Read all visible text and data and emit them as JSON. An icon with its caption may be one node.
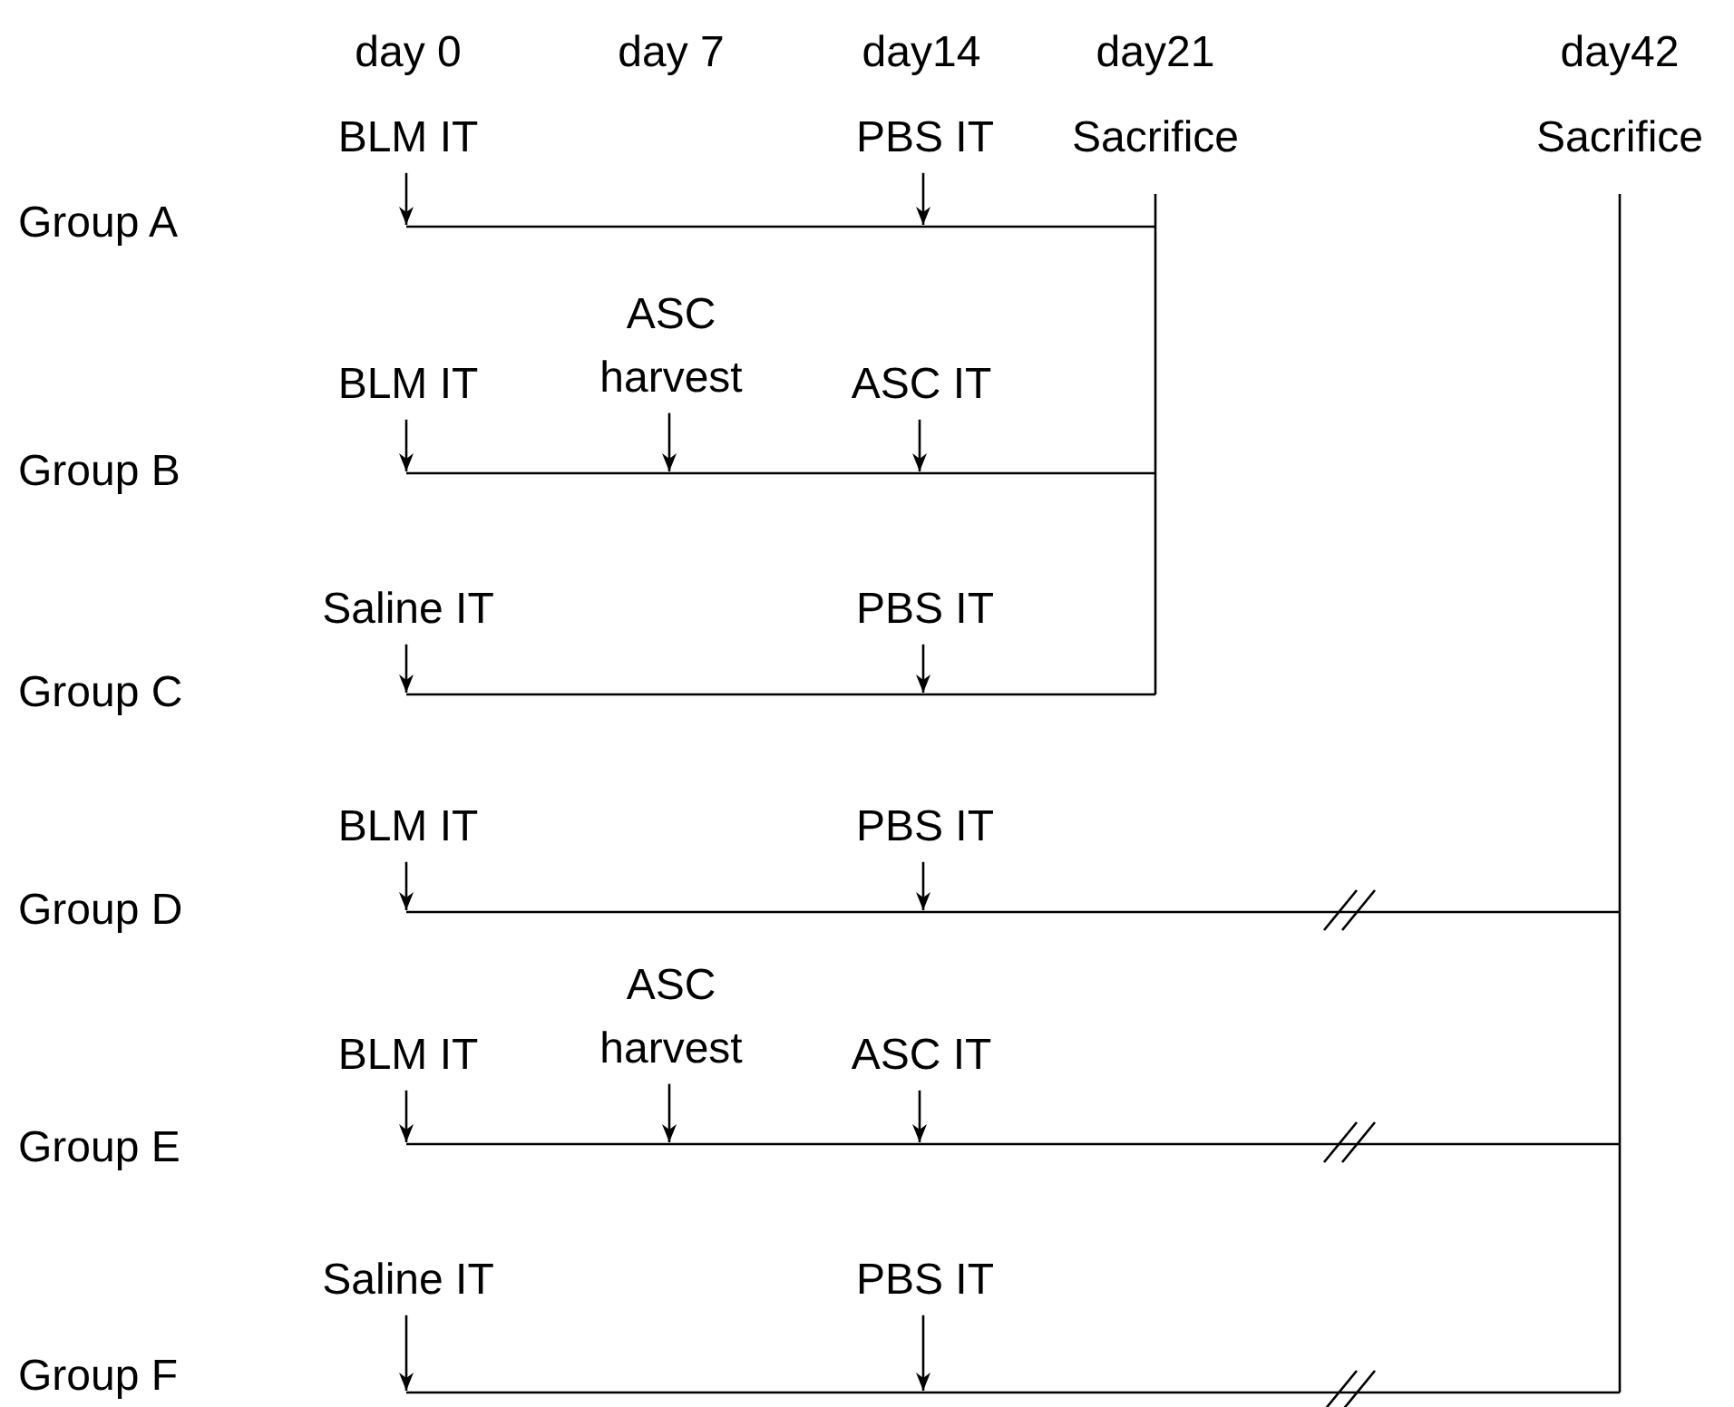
{
  "diagram": {
    "nodes": [
      {
        "text": [
          "BLM IT"
        ]
      },
      {
        "text": [
          "PBS IT"
        ]
      },
      {
        "text": [
          "BLM IT"
        ]
      },
      {
        "text": [
          "ASC harvest"
        ]
      },
      {
        "text": [
          "ASC IT"
        ]
      },
      {
        "text": [
          "Saline IT"
        ]
      },
      {
        "text": [
          "PBS IT"
        ]
      },
      {
        "text": [
          "BLM IT"
        ]
      },
      {
        "text": [
          "PBS IT"
        ]
      },
      {
        "text": [
          "BLM IT"
        ]
      },
      {
        "text": [
          "ASC harvest"
        ]
      },
      {
        "text": [
          "ASC IT"
        ]
      },
      {
        "text": [
          "Saline IT"
        ]
      },
      {
        "text": [
          "PBS IT"
        ]
      }
    ],
    "edges": [
      {
        "from": 0,
        "to": null,
        "arrow": "to"
      },
      {
        "from": 1,
        "to": null,
        "arrow": "to"
      },
      {
        "from": 2,
        "to": null,
        "arrow": "to"
      },
      {
        "from": 3,
        "to": null,
        "arrow": "to"
      },
      {
        "from": 4,
        "to": null,
        "arrow": "to"
      },
      {
        "from": 5,
        "to": null,
        "arrow": "to"
      },
      {
        "from": 6,
        "to": null,
        "arrow": "to"
      },
      {
        "from": 7,
        "to": null,
        "arrow": "to"
      },
      {
        "from": 8,
        "to": null,
        "arrow": "to"
      },
      {
        "from": 9,
        "to": null,
        "arrow": "to"
      },
      {
        "from": 10,
        "to": null,
        "arrow": "to"
      },
      {
        "from": 11,
        "to": null,
        "arrow": "to"
      },
      {
        "from": 12,
        "to": null,
        "arrow": "to"
      },
      {
        "from": 13,
        "to": null,
        "arrow": "to"
      }
    ],
    "labels": [
      "day 0",
      "day 7",
      "day14",
      "day21",
      "day42",
      "Sacrifice",
      "Sacrifice",
      "Group A",
      "Group B",
      "Group C",
      "Group D",
      "Group E",
      "Group F"
    ]
  }
}
